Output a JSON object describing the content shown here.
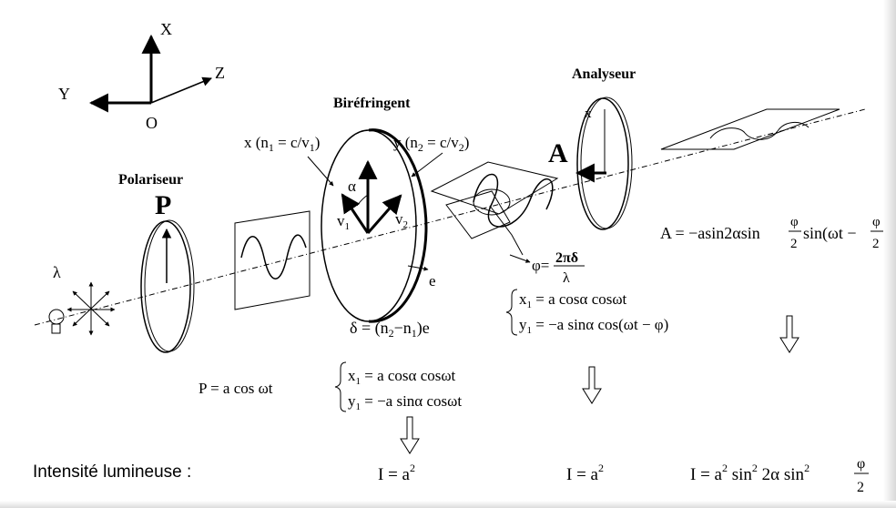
{
  "axes": {
    "x": "X",
    "y": "Y",
    "z": "Z",
    "origin": "O"
  },
  "source": {
    "lambda": "λ"
  },
  "polariseur": {
    "title": "Polariseur",
    "symbol": "P",
    "equation": "P = a cos ωt"
  },
  "birefringent": {
    "title": "Biréfringent",
    "x_axis_pre": "x  (n",
    "x_axis_sub": "1",
    "x_axis_mid": " = c/v",
    "x_axis_sub2": "1",
    "x_axis_post": ")",
    "y_axis_pre": "y  (n",
    "y_axis_sub": "2",
    "y_axis_mid": " = c/v",
    "y_axis_sub2": "2",
    "y_axis_post": ")",
    "alpha": "α",
    "v1": "v",
    "v1_sub": "1",
    "v2": "v",
    "v2_sub": "2",
    "thickness": "e",
    "delta_pre": "δ = (n",
    "delta_sub2": "2",
    "delta_mid": "−n",
    "delta_sub1": "1",
    "delta_post": ")e",
    "eq1_x": "x",
    "eq1_x_sub": "1",
    "eq1_x_rest": " = a cosα cosωt",
    "eq1_y": "y",
    "eq1_y_sub": "1",
    "eq1_y_rest": " = −a sinα cosωt"
  },
  "phase": {
    "phi_pre": "φ=",
    "phi_num": "2πδ",
    "phi_den": "λ",
    "eq2_x": "x",
    "eq2_x_sub": "1",
    "eq2_x_rest": " = a cosα cosωt",
    "eq2_y": "y",
    "eq2_y_sub": "1",
    "eq2_y_rest": " = −a sinα cos(ωt − φ)"
  },
  "analyseur": {
    "title": "Analyseur",
    "symbol": "A",
    "axis": "x",
    "eq_pre": "A = −asin2αsin",
    "eq_frac_num": "φ",
    "eq_frac_den": "2",
    "eq_mid": "sin(ωt −",
    "eq_frac2_num": "φ",
    "eq_frac2_den": "2",
    "eq_post": ")"
  },
  "intensity": {
    "label": "Intensité lumineuse   :",
    "i1": "I = a",
    "i1_exp": "2",
    "i2": "I = a",
    "i2_exp": "2",
    "i3_a": "I = a",
    "i3_exp1": "2",
    "i3_b": " sin",
    "i3_exp2": "2",
    "i3_c": " 2α sin",
    "i3_exp3": "2",
    "i3_frac_num": "φ",
    "i3_frac_den": "2"
  }
}
